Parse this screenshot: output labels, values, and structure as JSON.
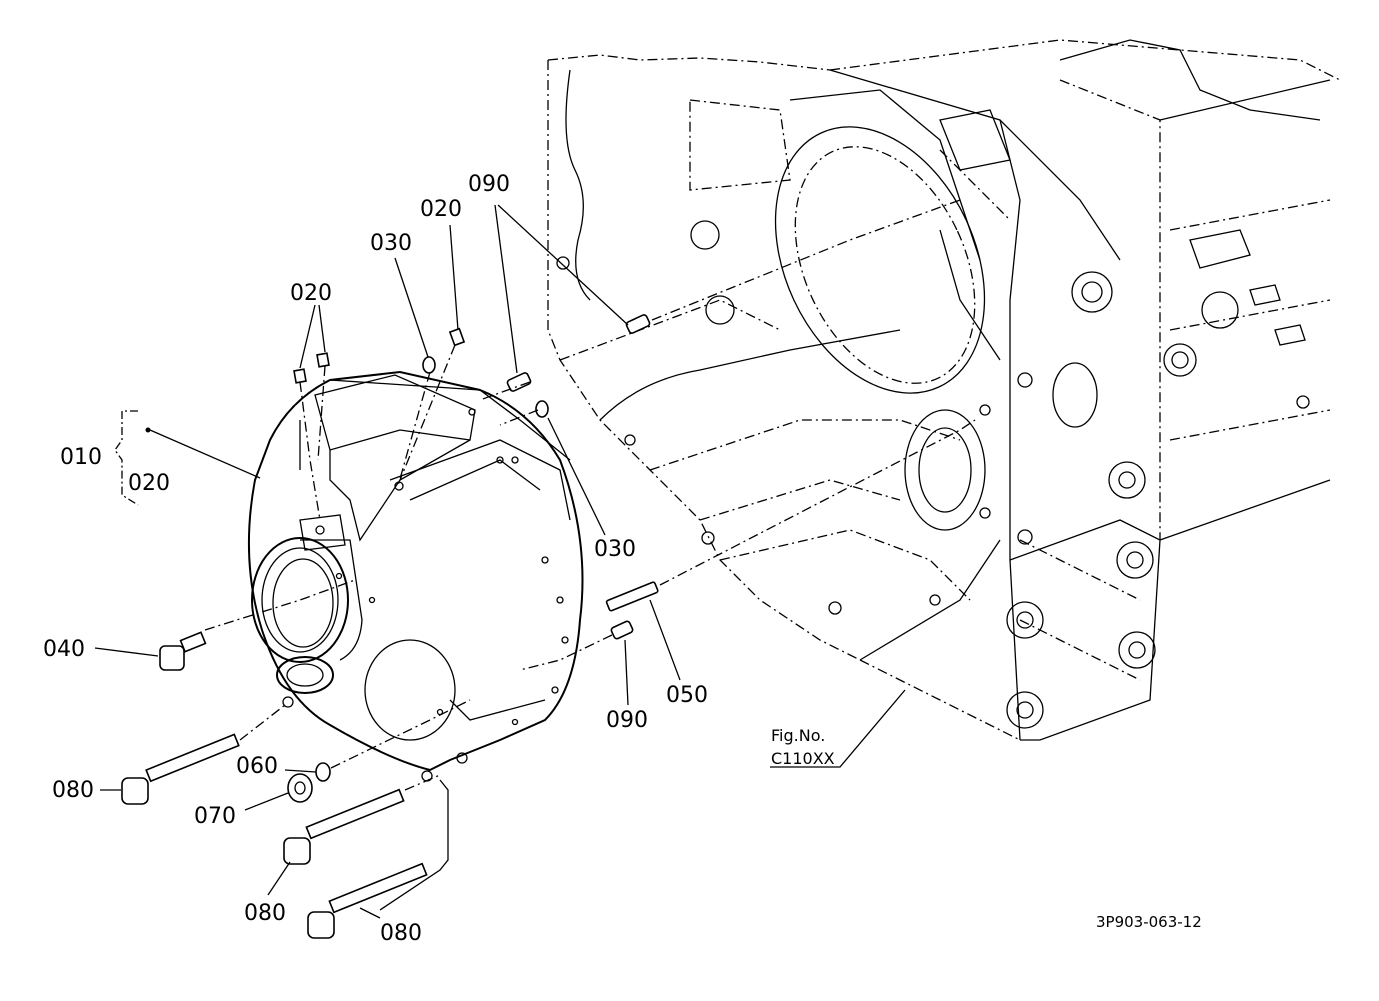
{
  "callouts": {
    "c010": "010",
    "c020_group": "020",
    "c020_pair": "020",
    "c020_single": "020",
    "c030_top": "030",
    "c030_right": "030",
    "c040": "040",
    "c050": "050",
    "c060": "060",
    "c070": "070",
    "c080_a": "080",
    "c080_b": "080",
    "c080_c": "080",
    "c090_top": "090",
    "c090_bottom": "090"
  },
  "figure_ref": {
    "line1": "Fig.No.",
    "line2": "C110XX"
  },
  "drawing_code": "3P903-063-12"
}
